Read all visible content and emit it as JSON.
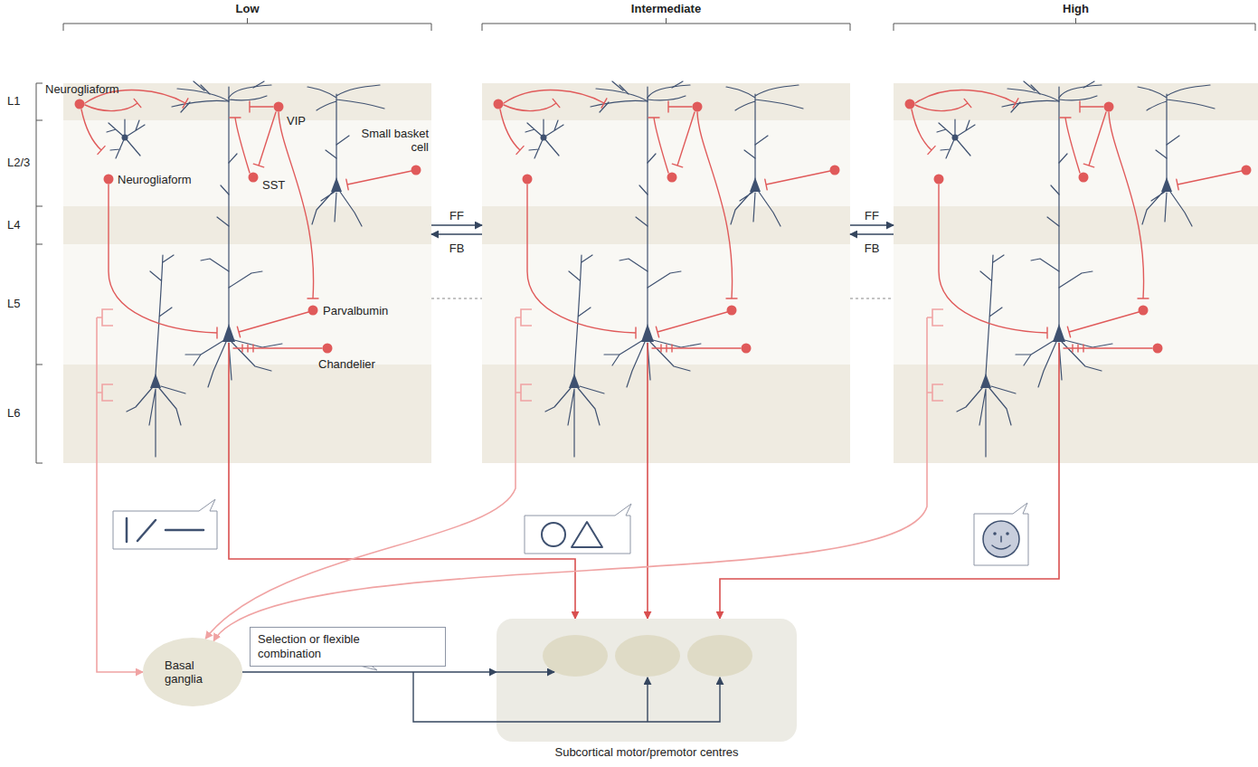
{
  "diagram": {
    "nodes": [
      {
        "text": [
          "Low"
        ]
      },
      {
        "text": [
          "Intermediate"
        ]
      },
      {
        "text": [
          "High"
        ]
      },
      {
        "text": [
          "Basal ganglia"
        ]
      },
      {
        "text": [
          "Selection or flexible combination"
        ]
      },
      {
        "text": [
          "Subcortical motor/premotor centres"
        ]
      }
    ],
    "edges": [
      {
        "from": 0,
        "to": 1,
        "label": "FF",
        "arrow": "to"
      },
      {
        "from": 1,
        "to": 0,
        "label": "FB",
        "arrow": "to"
      },
      {
        "from": 1,
        "to": 2,
        "label": "FF",
        "arrow": "to"
      },
      {
        "from": 2,
        "to": 1,
        "label": "FB",
        "arrow": "to"
      },
      {
        "from": 0,
        "to": 5,
        "arrow": "to"
      },
      {
        "from": 1,
        "to": 5,
        "arrow": "to"
      },
      {
        "from": 2,
        "to": 5,
        "arrow": "to"
      },
      {
        "from": 0,
        "to": 3,
        "arrow": "to"
      },
      {
        "from": 1,
        "to": 3,
        "arrow": "to"
      },
      {
        "from": 2,
        "to": 3,
        "arrow": "to"
      },
      {
        "from": 3,
        "to": 5,
        "arrow": "to"
      }
    ],
    "labels": [
      "L1",
      "L2/3",
      "L4",
      "L5",
      "L6",
      "Neurogliaform",
      "Neurogliaform",
      "VIP",
      "Small basket cell",
      "SST",
      "Parvalbumin",
      "Chandelier"
    ]
  }
}
